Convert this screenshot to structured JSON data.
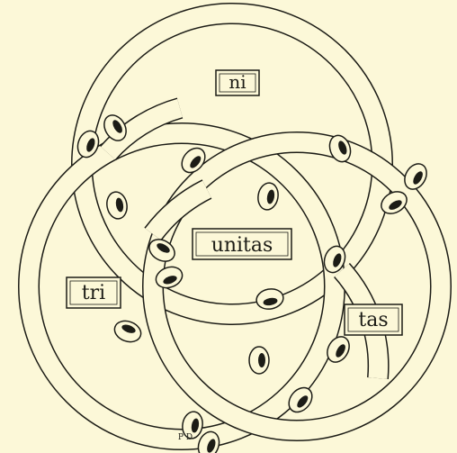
{
  "labels": {
    "top": "ni",
    "left": "tri",
    "right": "tas",
    "center": "unitas",
    "monogram": "P D"
  },
  "colors": {
    "background": "#fcf8d8",
    "ink": "#1c1c16",
    "band": "#fcf8d8"
  }
}
